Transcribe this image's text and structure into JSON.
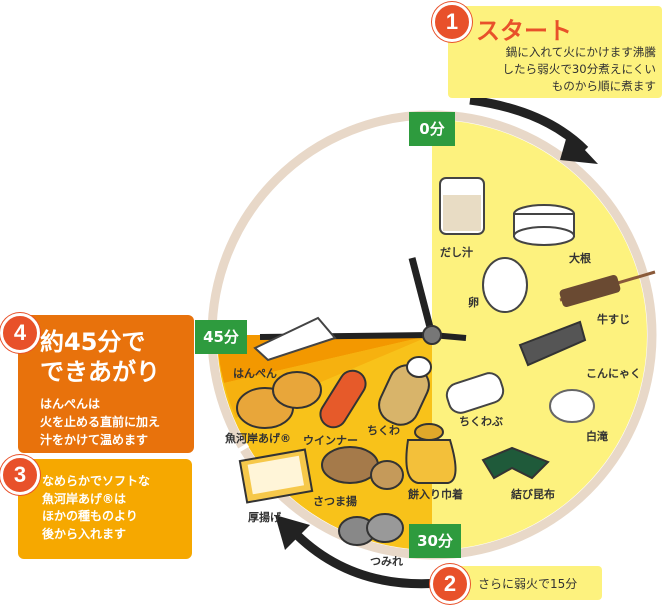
{
  "step1": {
    "number": "1",
    "title": "スタート",
    "lines": [
      "鍋に入れて火にかけます沸騰",
      "したら弱火で30分煮えにくい",
      "ものから順に煮ます"
    ]
  },
  "step2": {
    "number": "2",
    "text": "さらに弱火で15分"
  },
  "step3": {
    "number": "3",
    "lines": [
      "なめらかでソフトな",
      "魚河岸あげ®は",
      "ほかの種ものより",
      "後から入れます"
    ]
  },
  "step4": {
    "number": "4",
    "title_lines": [
      "約45分で",
      "できあがり"
    ],
    "lines": [
      "はんぺんは",
      "火を止める直前に加え",
      "汁をかけて温めます"
    ]
  },
  "times": {
    "start": "0分",
    "mid": "30分",
    "end": "45分"
  },
  "items": {
    "dashi": "だし汁",
    "daikon": "大根",
    "egg": "卵",
    "gyusuji": "牛すじ",
    "konnyaku": "こんにゃく",
    "chikuwabu": "ちくわぶ",
    "shirataki": "白滝",
    "musubi_konbu": "結び昆布",
    "mochi_kinchaku": "餅入り巾着",
    "chikuwa": "ちくわ",
    "wiener": "ウインナー",
    "satsuma_age": "さつま揚",
    "tsumire": "つみれ",
    "atsuage": "厚揚げ",
    "uogashi_age": "魚河岸あげ®",
    "hanpen": "はんぺん"
  },
  "colors": {
    "step_red": "#e8512a",
    "time_green": "#2e9b3e",
    "light_yellow": "#fdf27e",
    "orange": "#f6a800",
    "dark_orange": "#e8720c",
    "ring": "#e8d8c8"
  }
}
